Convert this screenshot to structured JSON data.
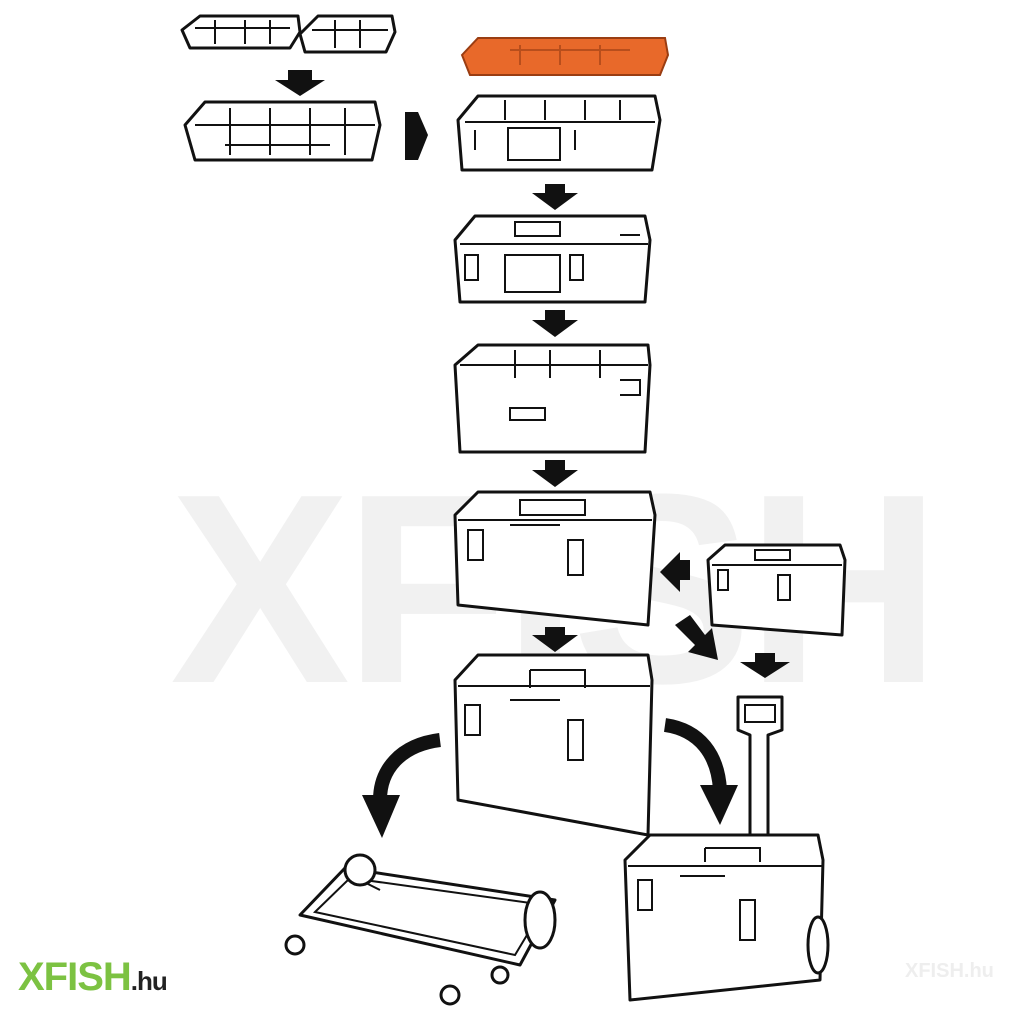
{
  "watermark": {
    "text": "XFISH",
    "small_text": "XFISH.hu"
  },
  "logo": {
    "brand": "XFISH",
    "tld": ".hu"
  },
  "colors": {
    "accent_lid": "#e8692a",
    "logo_green": "#7cc242",
    "line": "#111111",
    "watermark": "#f1f1f1"
  }
}
